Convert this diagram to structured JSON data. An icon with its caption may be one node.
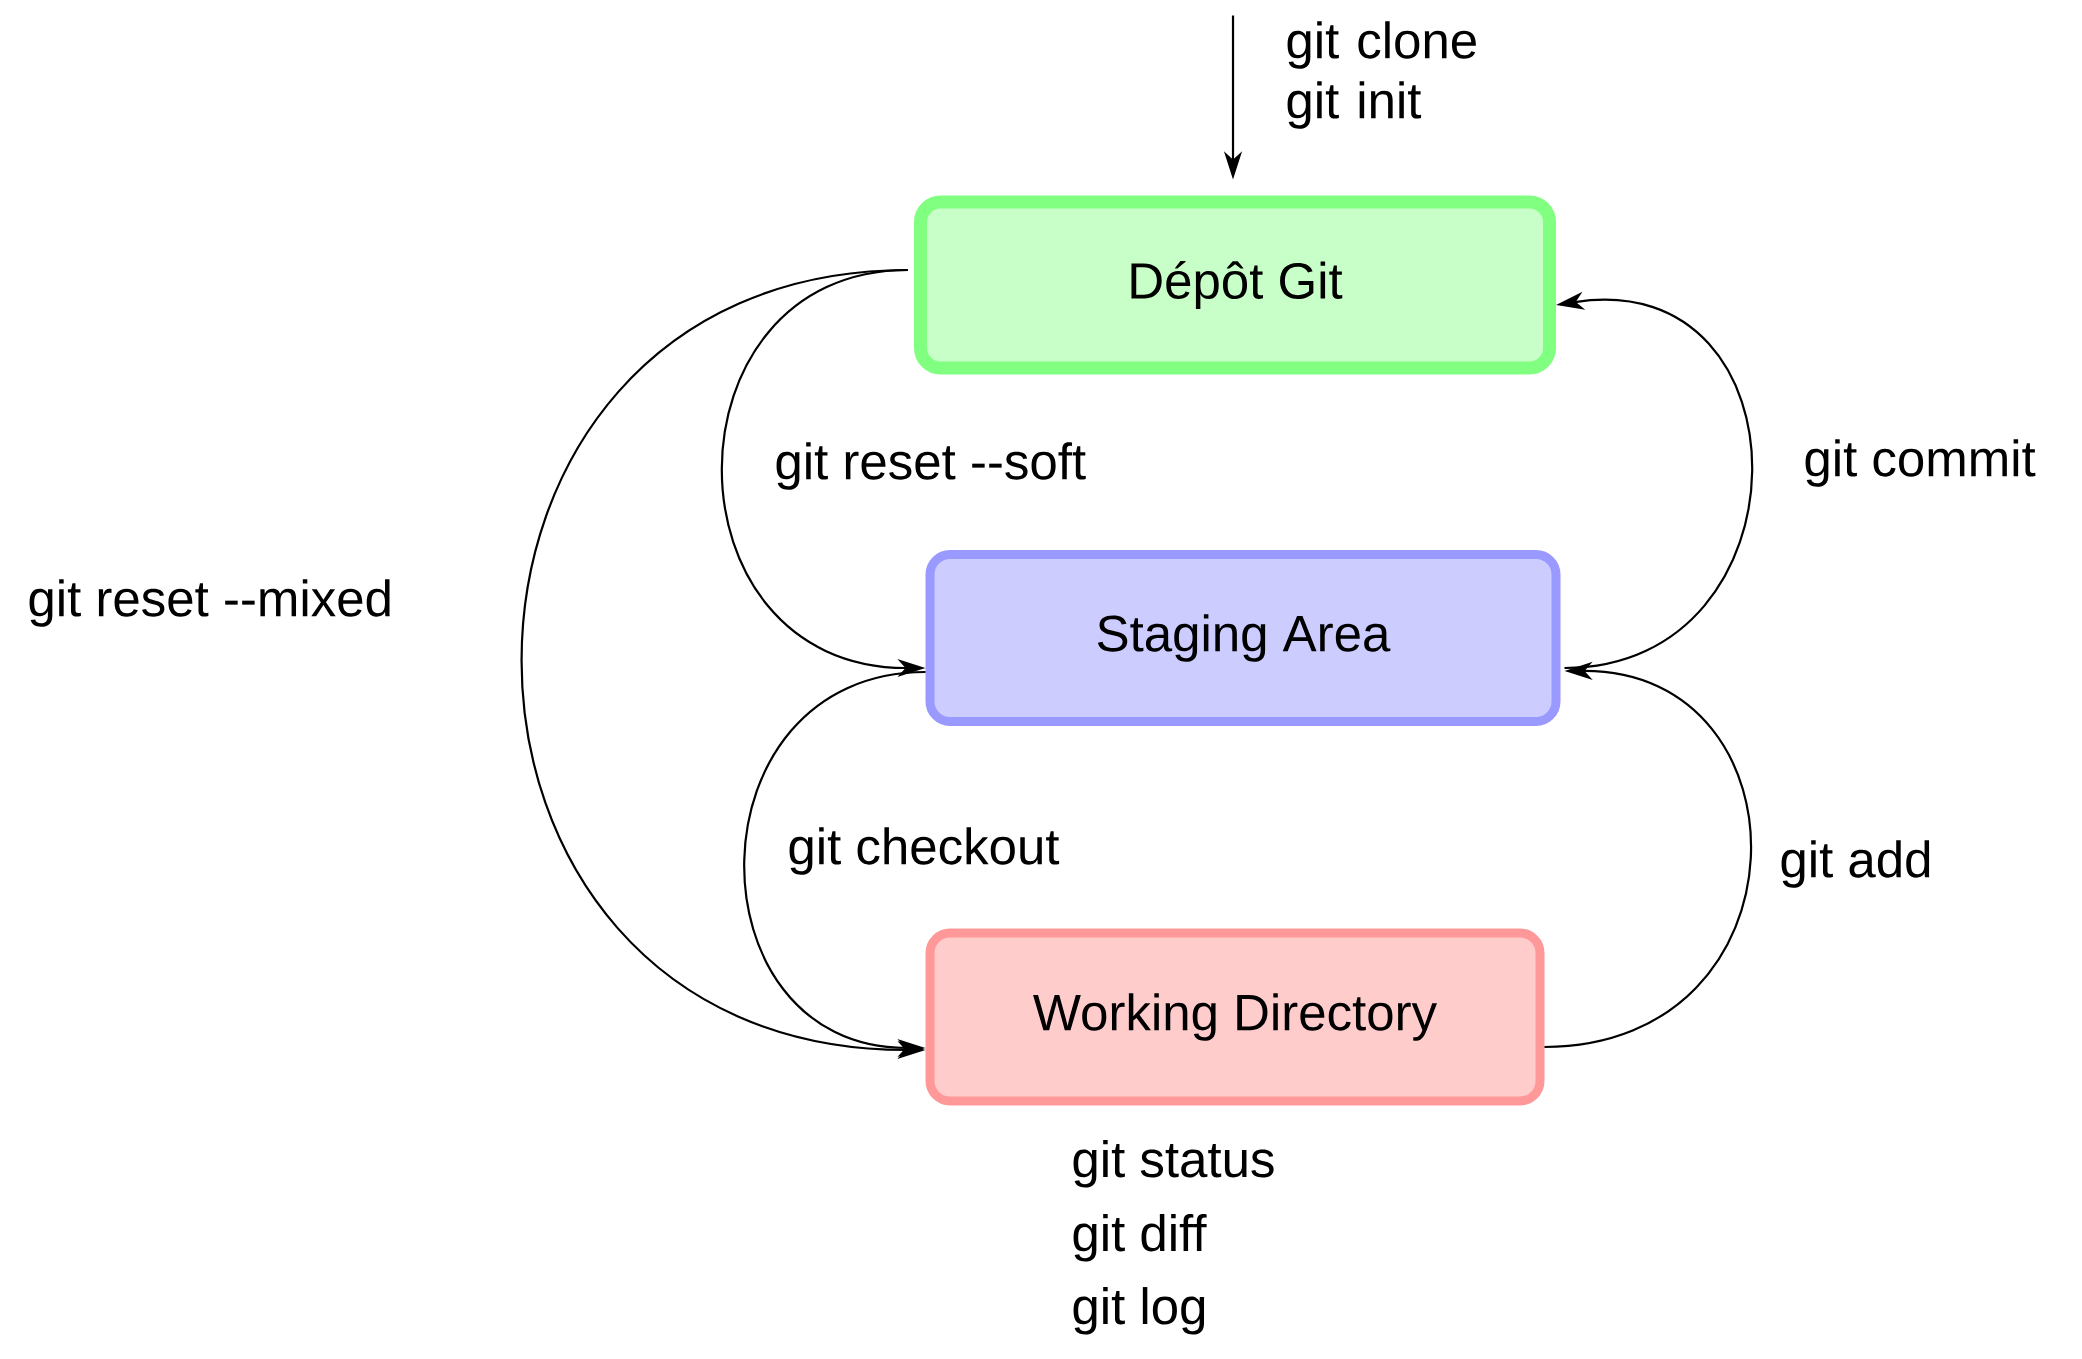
{
  "diagram": {
    "nodes": [
      {
        "text": [
          "Dépôt Git"
        ]
      },
      {
        "text": [
          "Staging Area"
        ]
      },
      {
        "text": [
          "Working Directory"
        ],
        "beside": [
          "git status",
          "git diff",
          "git log"
        ]
      }
    ],
    "edges": [
      {
        "from": null,
        "to": 0,
        "arrow": "to",
        "label": "git clone git init"
      },
      {
        "from": 0,
        "to": 1,
        "arrow": "to",
        "label": "git reset --soft"
      },
      {
        "from": 0,
        "to": 2,
        "arrow": "to",
        "label": "git reset --mixed"
      },
      {
        "from": 1,
        "to": 2,
        "arrow": "to",
        "label": "git checkout"
      },
      {
        "from": 2,
        "to": 1,
        "arrow": "to",
        "label": "git add"
      },
      {
        "from": 1,
        "to": 0,
        "arrow": "to",
        "label": "git commit"
      }
    ]
  }
}
